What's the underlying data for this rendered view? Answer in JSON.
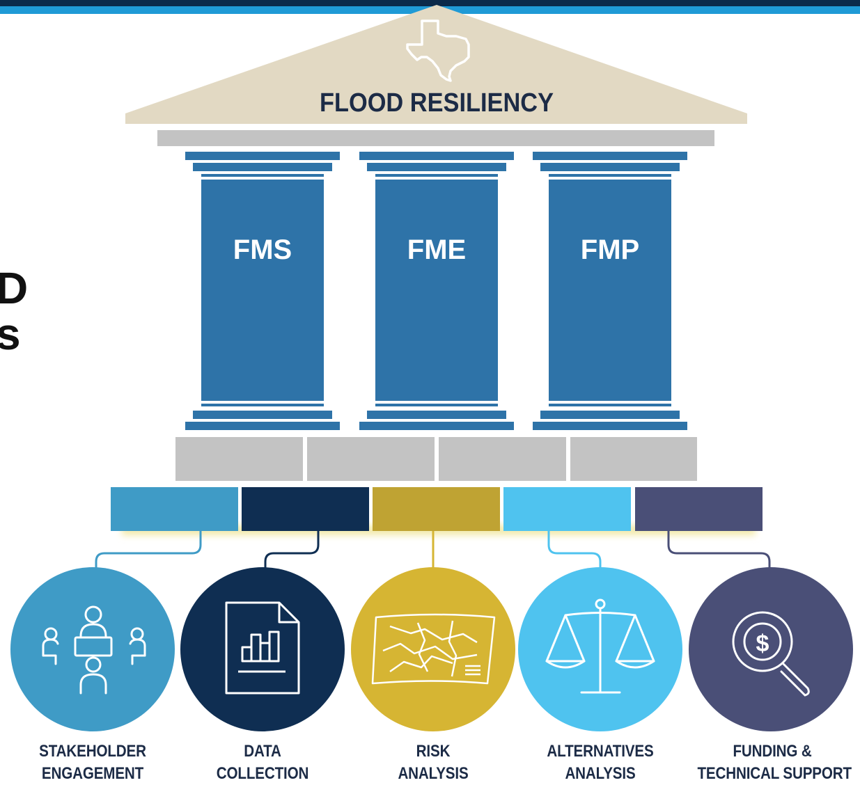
{
  "header": {
    "accent_dark": "#0b2a4a",
    "accent_light": "#1f9ad6"
  },
  "side_text": {
    "line1": "D",
    "line2": "s"
  },
  "roof": {
    "title": "FLOOD RESILIENCY",
    "icon": "texas-icon",
    "color": "#e2d9c3",
    "text_color": "#1c2b46"
  },
  "pillars": [
    {
      "label": "FMS"
    },
    {
      "label": "FME"
    },
    {
      "label": "FMP"
    }
  ],
  "pillar_color": "#2e73a8",
  "foundation_color": "#c3c3c3",
  "blocks": [
    {
      "color": "#3f9bc6"
    },
    {
      "color": "#0f2e52"
    },
    {
      "color": "#bfa333"
    },
    {
      "color": "#4fc3ef"
    },
    {
      "color": "#4a4f77"
    }
  ],
  "circles": [
    {
      "line1": "STAKEHOLDER",
      "line2": "ENGAGEMENT",
      "icon": "meeting-people-icon",
      "color": "#3f9bc6"
    },
    {
      "line1": "DATA",
      "line2": "COLLECTION",
      "icon": "document-chart-icon",
      "color": "#0f2e52"
    },
    {
      "line1": "RISK",
      "line2": "ANALYSIS",
      "icon": "map-icon",
      "color": "#d6b533"
    },
    {
      "line1": "ALTERNATIVES",
      "line2": "ANALYSIS",
      "icon": "scale-icon",
      "color": "#4fc3ef"
    },
    {
      "line1": "FUNDING &",
      "line2": "TECHNICAL SUPPORT",
      "icon": "magnifier-dollar-icon",
      "color": "#4a4f77"
    }
  ]
}
